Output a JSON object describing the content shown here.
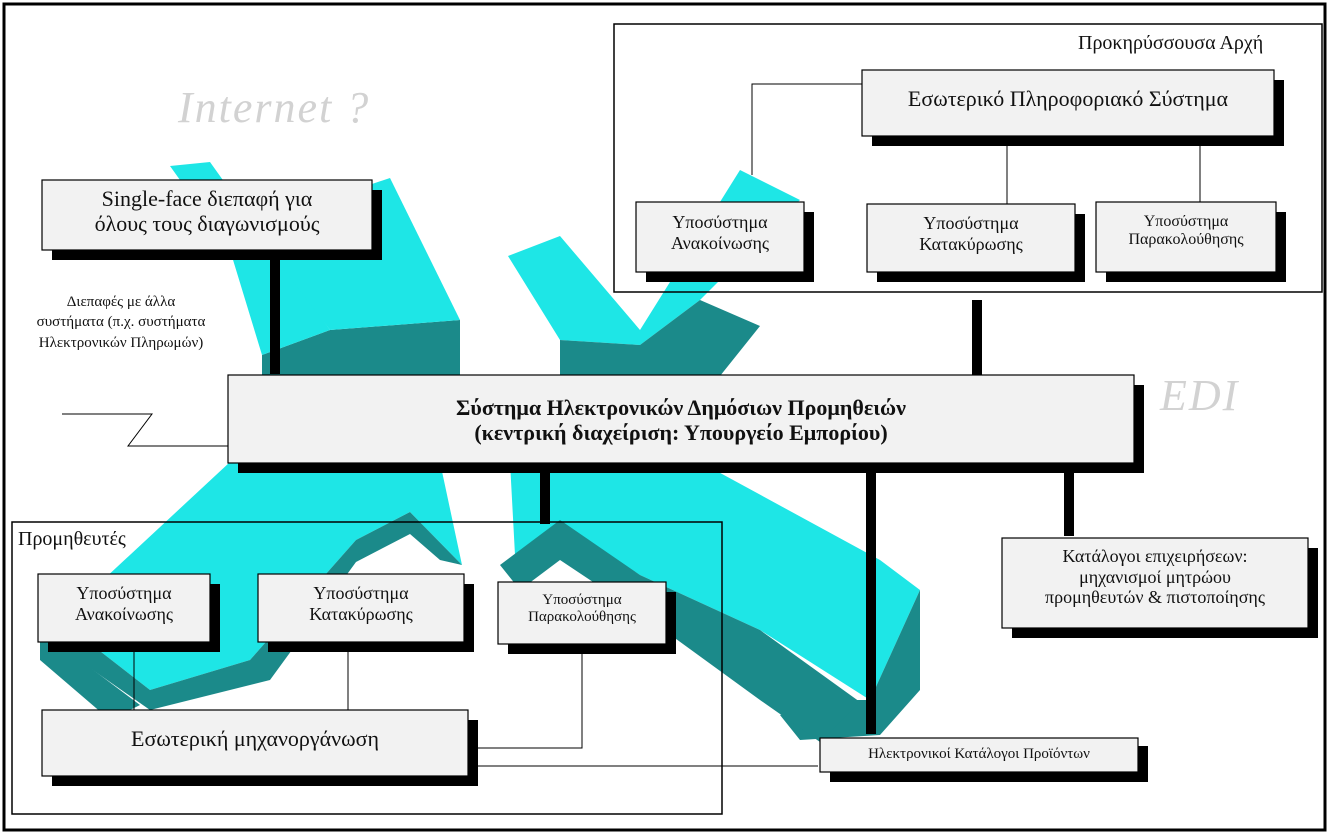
{
  "colors": {
    "arrow_face": "#1ee6e6",
    "arrow_side": "#1b8a8a",
    "box_fill": "#f2f2f2",
    "shadow": "#000000",
    "ghost_text": "#d2d2d2"
  },
  "watermarks": {
    "internet": "Internet ?",
    "edi": "EDI"
  },
  "groups": {
    "authority_title": "Προκηρύσσουσα Αρχή",
    "suppliers_title": "Προμηθευτές"
  },
  "boxes": {
    "single_face": {
      "line1": "Single-face διεπαφή για",
      "line2": "όλους τους διαγωνισμούς"
    },
    "central": {
      "line1": "Σύστημα Ηλεκτρονικών Δημόσιων Προμηθειών",
      "line2": "(κεντρική διαχείριση: Υπουργείο Εμπορίου)"
    },
    "internal_is": {
      "line1": "Εσωτερικό Πληροφοριακό Σύστημα"
    },
    "auth_announce": {
      "line1": "Υποσύστημα",
      "line2": "Ανακοίνωσης"
    },
    "auth_award": {
      "line1": "Υποσύστημα",
      "line2": "Κατακύρωσης"
    },
    "auth_monitor": {
      "line1": "Υποσύστημα",
      "line2": "Παρακολούθησης"
    },
    "sup_announce": {
      "line1": "Υποσύστημα",
      "line2": "Ανακοίνωσης"
    },
    "sup_award": {
      "line1": "Υποσύστημα",
      "line2": "Κατακύρωσης"
    },
    "sup_monitor": {
      "line1": "Υποσύστημα",
      "line2": "Παρακολούθησης"
    },
    "internal_mech": {
      "line1": "Εσωτερική μηχανοργάνωση"
    },
    "business_catalogs": {
      "line1": "Κατάλογοι επιχειρήσεων:",
      "line2": "μηχανισμοί μητρώου",
      "line3": "προμηθευτών & πιστοποίησης"
    },
    "product_catalogs": {
      "line1": "Ηλεκτρονικοί Κατάλογοι Προϊόντων"
    }
  },
  "side_note": {
    "line1": "Διεπαφές με άλλα",
    "line2": "συστήματα (π.χ. συστήματα",
    "line3": "Ηλεκτρονικών Πληρωμών)"
  }
}
